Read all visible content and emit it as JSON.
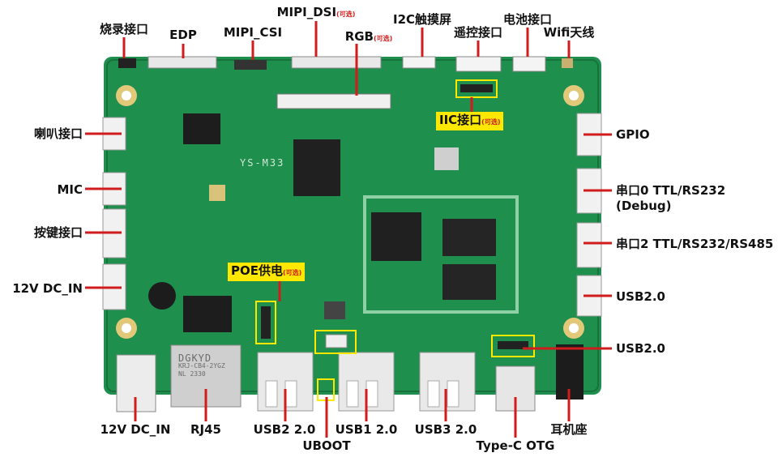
{
  "board": {
    "model": "YS-M33",
    "rj45_text": [
      "DGKYD",
      "KRJ-CB4-2YGZ",
      "NL      2330"
    ],
    "colors": {
      "pcb": "#1f8f4e",
      "pcb_dark": "#17723d",
      "callout": "#d01c1c",
      "highlight": "#ffe800"
    }
  },
  "labels": {
    "burn": "烧录接口",
    "edp": "EDP",
    "mipi_csi": "MIPI_CSI",
    "mipi_dsi": "MIPI_DSI",
    "mipi_dsi_opt": "(可选)",
    "rgb": "RGB",
    "rgb_opt": "(可选)",
    "i2c_touch": "I2C触摸屏",
    "remote": "遥控接口",
    "battery": "电池接口",
    "wifi": "Wifi天线",
    "iic": "IIC接口",
    "iic_opt": "(可选)",
    "speaker": "喇叭接口",
    "mic": "MIC",
    "keys": "按键接口",
    "dc_in_left": "12V  DC_IN",
    "poe": "POE供电",
    "poe_opt": "(可选)",
    "gpio": "GPIO",
    "uart0": "串口0 TTL/RS232",
    "uart0_sub": "(Debug)",
    "uart2": "串口2 TTL/RS232/RS485",
    "usb20_right1": "USB2.0",
    "usb20_right2": "USB2.0",
    "dc_in_bottom": "12V  DC_IN",
    "rj45": "RJ45",
    "usb2": "USB2  2.0",
    "usb1": "USB1  2.0",
    "usb3": "USB3  2.0",
    "uboot": "UBOOT",
    "typec": "Type-C OTG",
    "earphone": "耳机座"
  }
}
